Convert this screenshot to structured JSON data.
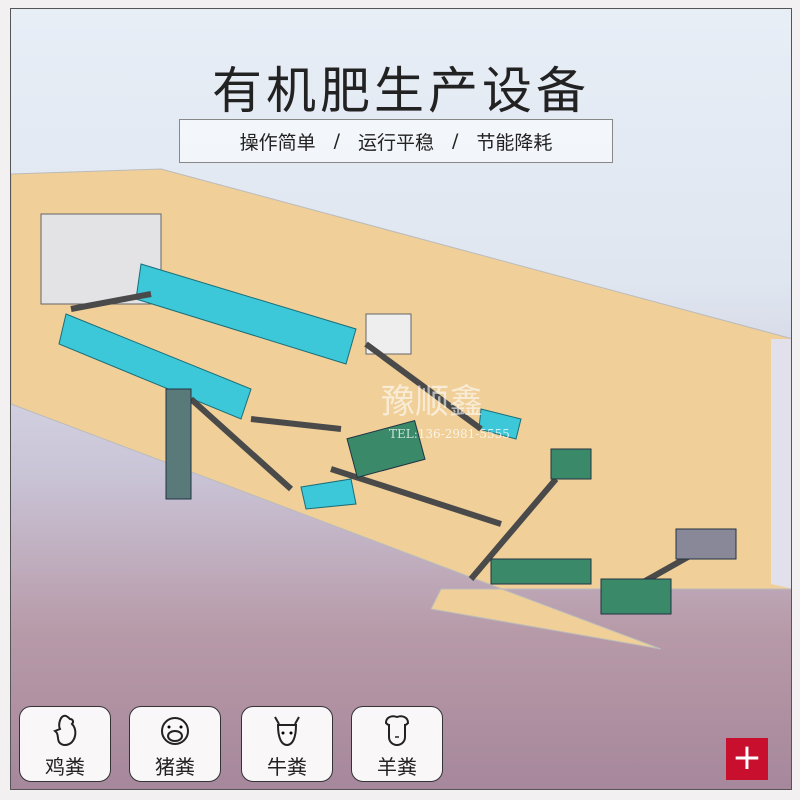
{
  "header": {
    "title": "有机肥生产设备",
    "features": [
      "操作简单",
      "运行平稳",
      "节能降耗"
    ],
    "separator": "/"
  },
  "watermark": {
    "brand": "豫顺鑫",
    "phone": "TEL:136-2981-5555"
  },
  "categories": [
    {
      "label": "鸡粪",
      "icon": "chicken-icon"
    },
    {
      "label": "猪粪",
      "icon": "pig-icon"
    },
    {
      "label": "牛粪",
      "icon": "cow-icon"
    },
    {
      "label": "羊粪",
      "icon": "sheep-icon"
    }
  ],
  "plus_button": {
    "label": "+",
    "color": "#c8102e"
  },
  "colors": {
    "floor": "#f0cf98",
    "drum": "#3cc8d8",
    "conveyor": "#4a4a4a"
  }
}
